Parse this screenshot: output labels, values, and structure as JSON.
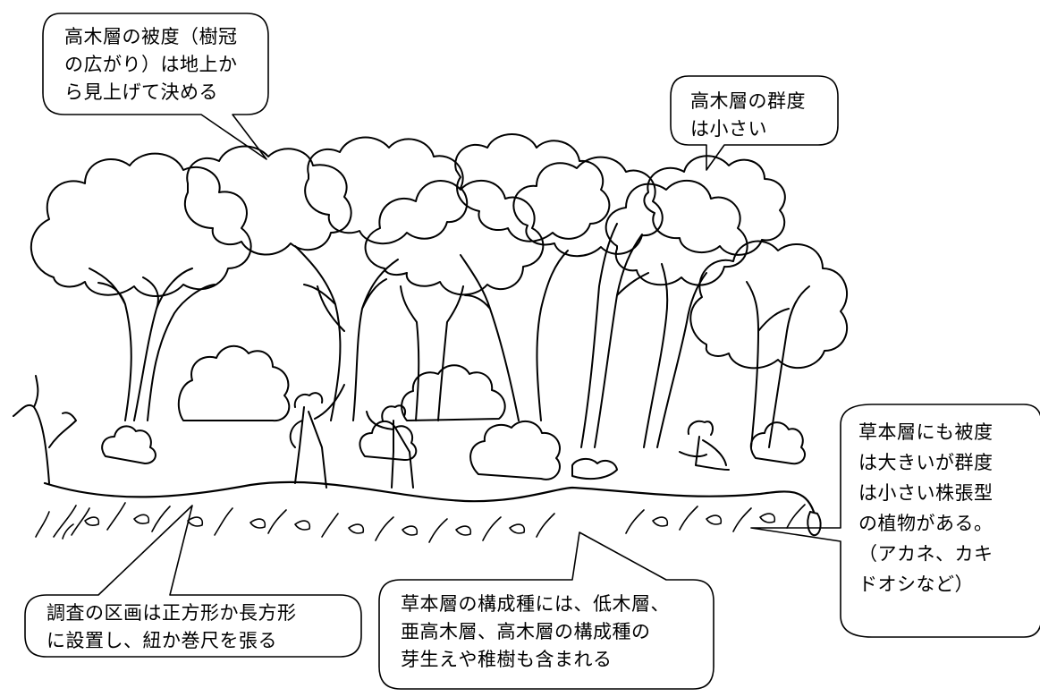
{
  "callouts": {
    "tree_cover": "高木層の被度（樹冠\nの広がり）は地上か\nら見上げて決める",
    "tree_sociability": "高木層の群度\nは小さい",
    "herb_cover": "草本層にも被度\nは大きいが群度\nは小さい株張型\nの植物がある。\n（アカネ、カキ\nドオシなど）",
    "plot_setup": "調査の区画は正方形か長方形\nに設置し、紐か巻尺を張る",
    "herb_species": "草本層の構成種には、低木層、\n亜高木層、高木層の構成種の\n芽生えや稚樹も含まれる"
  },
  "colors": {
    "ink": "#000000",
    "paper": "#ffffff"
  }
}
